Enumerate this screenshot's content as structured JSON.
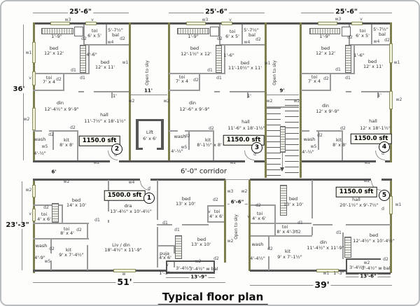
{
  "title": "Typical floor plan",
  "corridor": {
    "label": "6'-0\" corridor"
  },
  "lift": {
    "name": "Lift",
    "size": "6' x 6'"
  },
  "open_to_sky": "Open to sky",
  "tags": {
    "w": "w",
    "w1": "w1",
    "w2": "w2",
    "w3": "w3",
    "w4": "w4",
    "w5": "w5",
    "v": "v",
    "d": "d",
    "d1": "d1",
    "d2": "d2"
  },
  "dims": {
    "unit_width_top": "25'-6\"",
    "height_top": "36'",
    "height_bottom": "23'-3\"",
    "strip1": "11'",
    "strip2": "9'",
    "strip3": "6'-6\"",
    "corridor_width": "6'",
    "unit1_width": "51'",
    "unit5_width": "39'",
    "unit1_bal_width": "13'-9\"",
    "unit5_bal_width": "13'-6\"",
    "corner": "1'-3\"",
    "one_foot": "1'",
    "shelf": "1'-9\"",
    "wardrobe_u2": "4'-6\"",
    "wardrobe_u34": "1'-6\"",
    "wash_top": "4'-½\"",
    "wash_u1": "4'-9\"",
    "wash_u5": "4'-4½\"",
    "bal_top": "5'-7½\"",
    "bal_bottom": "3'-4½\"",
    "bal_bottom_w": "3'-4½\" w bal"
  },
  "units": {
    "u1": {
      "no": "1",
      "area": "1500.0 sft",
      "bed1": {
        "n": "bed",
        "s": "14' x 10'"
      },
      "dra": {
        "n": "dra",
        "s": "13'-4½\" x 10'-4½\""
      },
      "bed2": {
        "n": "bed",
        "s": "13' x 10'"
      },
      "bed3": {
        "n": "bed",
        "s": "13' x 10'"
      },
      "toi1": {
        "n": "toi",
        "s": "4' x 6'"
      },
      "toi2": {
        "n": "toi",
        "s": "8' x 4'"
      },
      "toi3": {
        "n": "toi",
        "s": "4' x 6'"
      },
      "puja": {
        "n": "puja",
        "s": "4'x 6'"
      },
      "wash": {
        "n": "wash"
      },
      "kit": {
        "n": "kit",
        "s": "9' x 7'-4½\""
      },
      "livdin": {
        "n": "Liv / din",
        "s": "18'-4½\" x 11'-9\""
      }
    },
    "u2": {
      "no": "2",
      "area": "1150.0 sft",
      "bed1": {
        "n": "bed",
        "s": "12' x 12'"
      },
      "bed2": {
        "n": "bed",
        "s": "12' x 11'"
      },
      "toi_top": {
        "n": "toi",
        "s": "6' x 5'"
      },
      "toi_side": {
        "n": "toi",
        "s": "7' x 4"
      },
      "bal": {
        "n": "bal"
      },
      "din": {
        "n": "din",
        "s": "12'-4½\" x 9'-9\""
      },
      "hall": {
        "n": "hall",
        "s": "11'-7½\" x 18'-1½\""
      },
      "wash": {
        "n": "wash"
      },
      "kit": {
        "n": "kit",
        "s": "8' x 8'"
      }
    },
    "u3": {
      "no": "3",
      "area": "1150.0 sft",
      "bed1": {
        "n": "bed",
        "s": "12'-1½\" x 12'"
      },
      "bed2": {
        "n": "bed",
        "s": "11'-10½\" x 11'"
      },
      "toi_top": {
        "n": "toi",
        "s": "6' x 5'"
      },
      "toi_side": {
        "n": "toi",
        "s": "7' x 4"
      },
      "bal": {
        "n": "bal"
      },
      "din": {
        "n": "din",
        "s": "12'-6\" x 9'-9\""
      },
      "hall": {
        "n": "hall",
        "s": "11'-6\" x 18'-1½\""
      },
      "wash": {
        "n": "wash"
      },
      "kit": {
        "n": "kit",
        "s": "8'-1½\" x 8'"
      }
    },
    "u4": {
      "no": "4",
      "area": "1150.0 sft",
      "bed1": {
        "n": "bed",
        "s": "12' x 12'"
      },
      "bed2": {
        "n": "bed",
        "s": "12' x 11'"
      },
      "toi_top": {
        "n": "toi",
        "s": "6' x 5'"
      },
      "toi_side": {
        "n": "toi",
        "s": "7' x 4"
      },
      "bal": {
        "n": "bal"
      },
      "din": {
        "n": "din",
        "s": "12' x 9'-9\""
      },
      "hall": {
        "n": "hall",
        "s": "12' x 18'-1½\""
      },
      "wash": {
        "n": "wash"
      },
      "kit": {
        "n": "kit",
        "s": "8' x 8'"
      }
    },
    "u5": {
      "no": "5",
      "area": "1150.0 sft",
      "hall": {
        "n": "hall",
        "s": "20'-1½\" x 9'-7½\""
      },
      "bed1": {
        "n": "bed",
        "s": "13' x 10'"
      },
      "bed2": {
        "n": "bed",
        "s": "12'-4½\" x 10'-4½\""
      },
      "din": {
        "n": "din",
        "s": "11'-4½\" x 11'-9\""
      },
      "toi1": {
        "n": "toi",
        "s": "4' x 6'"
      },
      "toi2": {
        "n": "toi",
        "s": "8' x 4'-3\""
      },
      "wash": {
        "n": "wash"
      },
      "kit": {
        "n": "kit",
        "s": "9' x 7'-1½\""
      }
    }
  }
}
